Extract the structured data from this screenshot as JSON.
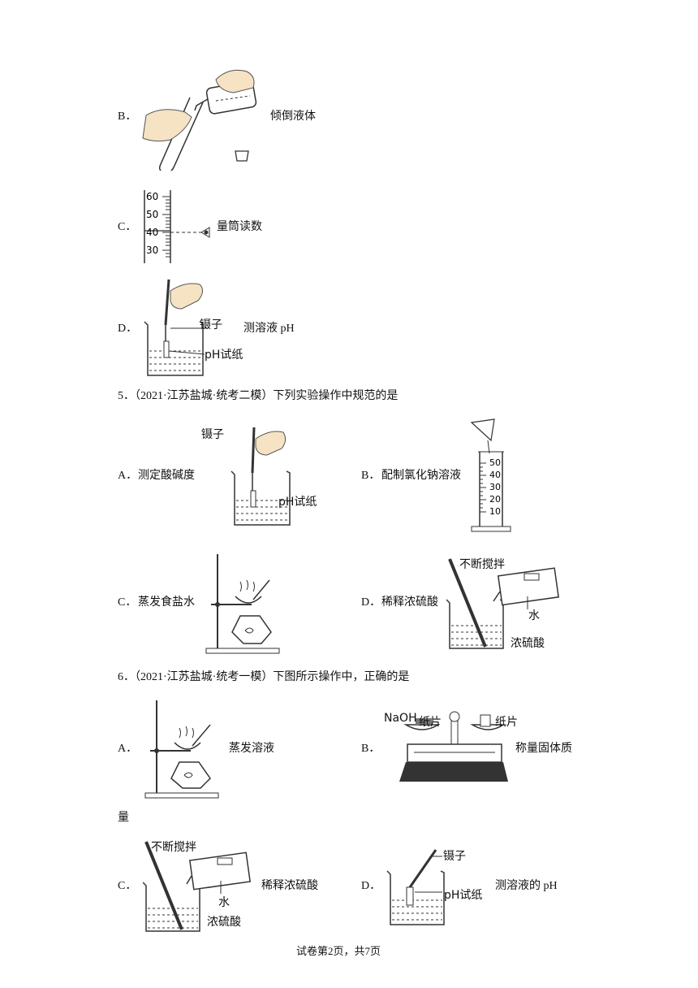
{
  "q4": {
    "b": {
      "letter": "B．",
      "caption": "倾倒液体"
    },
    "c": {
      "letter": "C．",
      "caption": "量筒读数",
      "ticks": [
        "60",
        "50",
        "40",
        "30"
      ]
    },
    "d": {
      "letter": "D．",
      "caption": "测溶液 pH",
      "tweezers": "镊子",
      "paper": "pH试纸"
    }
  },
  "q5": {
    "stem": "5．（2021·江苏盐城·统考二模）下列实验操作中规范的是",
    "a": {
      "letter": "A．",
      "caption": "测定酸碱度",
      "tweezers": "镊子",
      "paper": "pH试纸"
    },
    "b": {
      "letter": "B．",
      "caption": "配制氯化钠溶液",
      "ticks": [
        "50",
        "40",
        "30",
        "20",
        "10"
      ]
    },
    "c": {
      "letter": "C．",
      "caption": "蒸发食盐水"
    },
    "d": {
      "letter": "D．",
      "caption": "稀释浓硫酸",
      "stir": "不断搅拌",
      "water": "水",
      "acid": "浓硫酸"
    }
  },
  "q6": {
    "stem": "6．（2021·江苏盐城·统考一模）下图所示操作中，正确的是",
    "a": {
      "letter": "A．",
      "caption": "蒸发溶液"
    },
    "b": {
      "letter": "B．",
      "caption": "称量固体质",
      "caption_wrap": "量",
      "naoh": "NaOH",
      "paper1": "纸片",
      "paper2": "纸片"
    },
    "c": {
      "letter": "C．",
      "caption": "稀释浓硫酸",
      "stir": "不断搅拌",
      "water": "水",
      "acid": "浓硫酸"
    },
    "d": {
      "letter": "D．",
      "caption": "测溶液的 pH",
      "tweezers": "镊子",
      "paper": "pH试纸"
    }
  },
  "footer": "试卷第2页，共7页"
}
